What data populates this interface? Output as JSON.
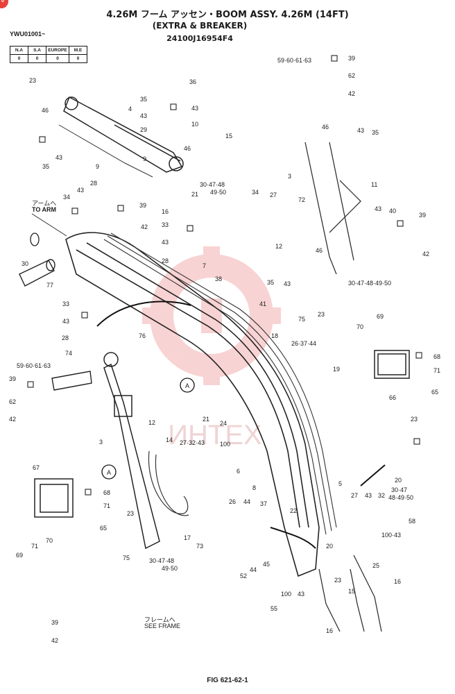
{
  "corner_badge": "0",
  "title": {
    "line1": "4.26M フーム アッセン・BOOM ASSY. 4.26M (14FT)",
    "line2": "(EXTRA & BREAKER)",
    "part_no": "24100J16954F4"
  },
  "serial": "YWU01001~",
  "spec_table": {
    "headers": [
      "N.A",
      "S.A",
      "EUROPE",
      "M.E"
    ],
    "values": [
      "0",
      "0",
      "0",
      "0"
    ]
  },
  "to_arm": {
    "jp": "アームへ",
    "en": "TO ARM"
  },
  "see_frame": {
    "jp": "フレームへ",
    "en": "SEE FRAME"
  },
  "watermark": "ИНТЕХ",
  "callouts": [
    "A",
    "A"
  ],
  "figure_no": "FIG 621-62-1",
  "labels": [
    "23",
    "46",
    "35",
    "43",
    "9",
    "4",
    "35",
    "43",
    "29",
    "43",
    "10",
    "36",
    "15",
    "46",
    "30·47·48",
    "49·50",
    "21",
    "16",
    "59·60·61·63",
    "39",
    "62",
    "42",
    "46",
    "43",
    "35",
    "3",
    "11",
    "43",
    "40",
    "39",
    "42",
    "34",
    "43",
    "28",
    "39",
    "42",
    "33",
    "43",
    "28",
    "27",
    "72",
    "34",
    "12",
    "46",
    "35",
    "43",
    "30·47·48·49·50",
    "7",
    "38",
    "41",
    "75",
    "23",
    "70",
    "69",
    "26·37·44",
    "33",
    "43",
    "28",
    "76",
    "18",
    "19",
    "74",
    "59·60·61·63",
    "39",
    "62",
    "42",
    "21",
    "68",
    "71",
    "65",
    "66",
    "12",
    "14",
    "3",
    "27·32·43",
    "100",
    "6",
    "23",
    "24",
    "8",
    "5",
    "20",
    "67",
    "68",
    "71",
    "65",
    "69",
    "71",
    "70",
    "23",
    "17",
    "73",
    "26",
    "44",
    "37",
    "22",
    "20",
    "100·43",
    "58",
    "27",
    "43",
    "32",
    "30·47",
    "48·49·50",
    "30·47·48",
    "49·50",
    "75",
    "45",
    "44",
    "52",
    "100",
    "43",
    "55",
    "23",
    "15",
    "25",
    "16",
    "16",
    "39",
    "42",
    "77",
    "30",
    "9"
  ]
}
